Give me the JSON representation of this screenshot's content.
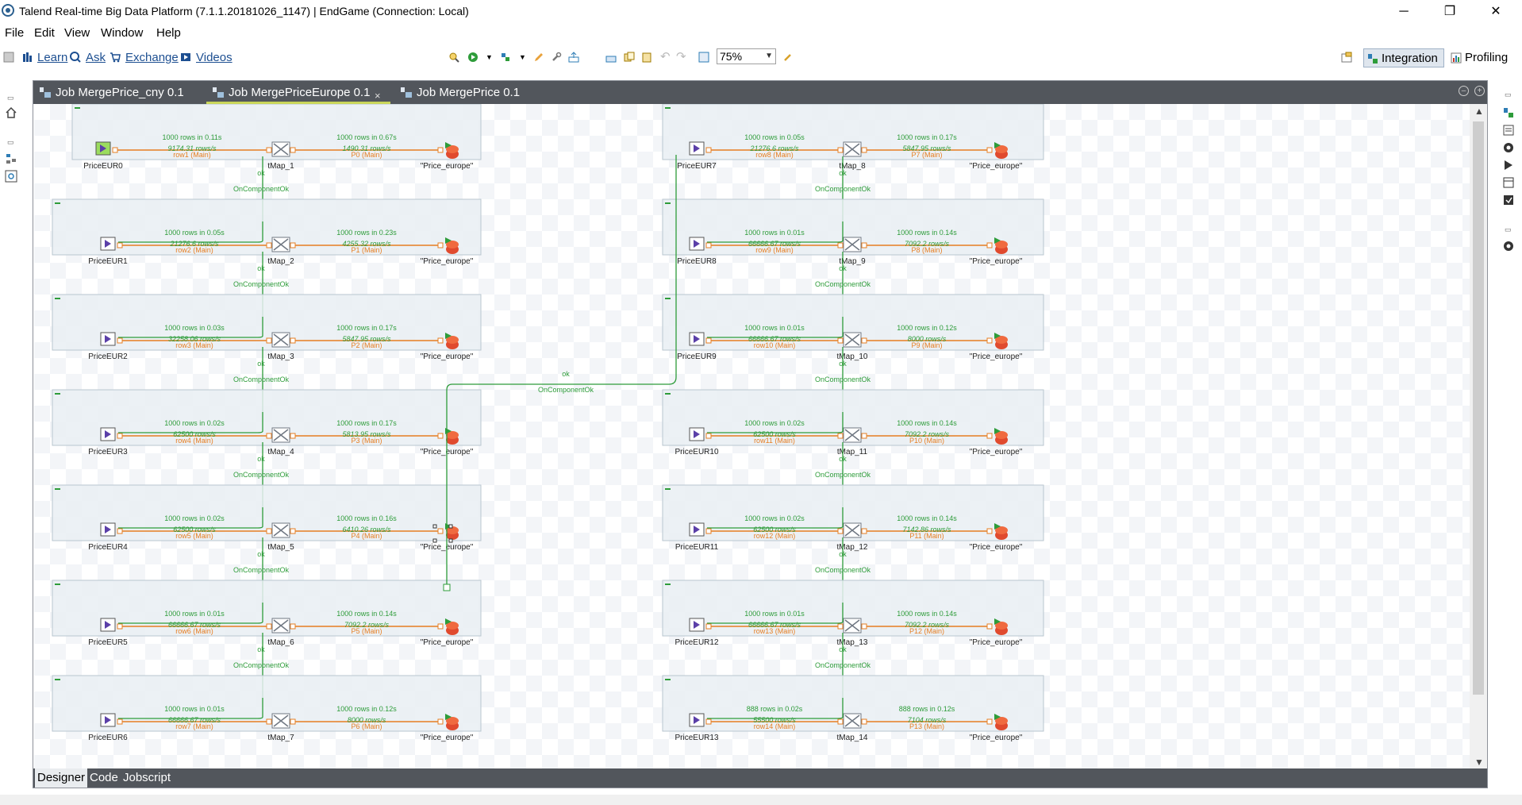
{
  "window": {
    "title": "Talend Real-time Big Data Platform (7.1.1.20181026_1147) | EndGame (Connection: Local)",
    "minimize": "─",
    "restore": "❐",
    "close": "✕"
  },
  "menu": [
    "File",
    "Edit",
    "View",
    "Window",
    "Help"
  ],
  "toolbar": {
    "links": [
      "Learn",
      "Ask",
      "Exchange",
      "Videos"
    ],
    "zoom": "75%",
    "perspectives": {
      "integration": "Integration",
      "profiling": "Profiling"
    }
  },
  "editor_tabs": [
    {
      "label": "Job MergePrice_cny 0.1"
    },
    {
      "label": "Job MergePriceEurope 0.1",
      "close": "×"
    },
    {
      "label": "Job MergePrice 0.1"
    }
  ],
  "bottom_tabs": [
    "Designer",
    "Code",
    "Jobscript"
  ],
  "job": {
    "subjobs": [
      {
        "input": "PriceEUR0",
        "tmap": "tMap_1",
        "out": "\"Price_europe\"",
        "in_stat": "1000 rows in 0.11s",
        "in_rate": "9174.31 rows/s",
        "in_row": "row1 (Main)",
        "out_stat": "1000 rows in 0.67s",
        "out_rate": "1490.31 rows/s",
        "out_row": "P0 (Main)"
      },
      {
        "input": "PriceEUR1",
        "tmap": "tMap_2",
        "out": "\"Price_europe\"",
        "in_stat": "1000 rows in 0.05s",
        "in_rate": "21276.6 rows/s",
        "in_row": "row2 (Main)",
        "out_stat": "1000 rows in 0.23s",
        "out_rate": "4255.32 rows/s",
        "out_row": "P1 (Main)"
      },
      {
        "input": "PriceEUR2",
        "tmap": "tMap_3",
        "out": "\"Price_europe\"",
        "in_stat": "1000 rows in 0.03s",
        "in_rate": "32258.06 rows/s",
        "in_row": "row3 (Main)",
        "out_stat": "1000 rows in 0.17s",
        "out_rate": "5847.95 rows/s",
        "out_row": "P2 (Main)"
      },
      {
        "input": "PriceEUR3",
        "tmap": "tMap_4",
        "out": "\"Price_europe\"",
        "in_stat": "1000 rows in 0.02s",
        "in_rate": "62500 rows/s",
        "in_row": "row4 (Main)",
        "out_stat": "1000 rows in 0.17s",
        "out_rate": "5813.95 rows/s",
        "out_row": "P3 (Main)"
      },
      {
        "input": "PriceEUR4",
        "tmap": "tMap_5",
        "out": "\"Price_europe\"",
        "in_stat": "1000 rows in 0.02s",
        "in_rate": "62500 rows/s",
        "in_row": "row5 (Main)",
        "out_stat": "1000 rows in 0.16s",
        "out_rate": "6410.26 rows/s",
        "out_row": "P4 (Main)"
      },
      {
        "input": "PriceEUR5",
        "tmap": "tMap_6",
        "out": "\"Price_europe\"",
        "in_stat": "1000 rows in 0.01s",
        "in_rate": "66666.67 rows/s",
        "in_row": "row6 (Main)",
        "out_stat": "1000 rows in 0.14s",
        "out_rate": "7092.2 rows/s",
        "out_row": "P5 (Main)"
      },
      {
        "input": "PriceEUR6",
        "tmap": "tMap_7",
        "out": "\"Price_europe\"",
        "in_stat": "1000 rows in 0.01s",
        "in_rate": "66666.67 rows/s",
        "in_row": "row7 (Main)",
        "out_stat": "1000 rows in 0.12s",
        "out_rate": "8000 rows/s",
        "out_row": "P6 (Main)"
      },
      {
        "input": "PriceEUR7",
        "tmap": "tMap_8",
        "out": "\"Price_europe\"",
        "in_stat": "1000 rows in 0.05s",
        "in_rate": "21276.6 rows/s",
        "in_row": "row8 (Main)",
        "out_stat": "1000 rows in 0.17s",
        "out_rate": "5847.95 rows/s",
        "out_row": "P7 (Main)"
      },
      {
        "input": "PriceEUR8",
        "tmap": "tMap_9",
        "out": "\"Price_europe\"",
        "in_stat": "1000 rows in 0.01s",
        "in_rate": "66666.67 rows/s",
        "in_row": "row9 (Main)",
        "out_stat": "1000 rows in 0.14s",
        "out_rate": "7092.2 rows/s",
        "out_row": "P8 (Main)"
      },
      {
        "input": "PriceEUR9",
        "tmap": "tMap_10",
        "out": "\"Price_europe\"",
        "in_stat": "1000 rows in 0.01s",
        "in_rate": "66666.67 rows/s",
        "in_row": "row10 (Main)",
        "out_stat": "1000 rows in 0.12s",
        "out_rate": "8000 rows/s",
        "out_row": "P9 (Main)"
      },
      {
        "input": "PriceEUR10",
        "tmap": "tMap_11",
        "out": "\"Price_europe\"",
        "in_stat": "1000 rows in 0.02s",
        "in_rate": "62500 rows/s",
        "in_row": "row11 (Main)",
        "out_stat": "1000 rows in 0.14s",
        "out_rate": "7092.2 rows/s",
        "out_row": "P10 (Main)"
      },
      {
        "input": "PriceEUR11",
        "tmap": "tMap_12",
        "out": "\"Price_europe\"",
        "in_stat": "1000 rows in 0.02s",
        "in_rate": "62500 rows/s",
        "in_row": "row12 (Main)",
        "out_stat": "1000 rows in 0.14s",
        "out_rate": "7142.86 rows/s",
        "out_row": "P11 (Main)"
      },
      {
        "input": "PriceEUR12",
        "tmap": "tMap_13",
        "out": "\"Price_europe\"",
        "in_stat": "1000 rows in 0.01s",
        "in_rate": "66666.67 rows/s",
        "in_row": "row13 (Main)",
        "out_stat": "1000 rows in 0.14s",
        "out_rate": "7092.2 rows/s",
        "out_row": "P12 (Main)"
      },
      {
        "input": "PriceEUR13",
        "tmap": "tMap_14",
        "out": "\"Price_europe\"",
        "in_stat": "888 rows in 0.02s",
        "in_rate": "55500 rows/s",
        "in_row": "row14 (Main)",
        "out_stat": "888 rows in 0.12s",
        "out_rate": "7104 rows/s",
        "out_row": "P13 (Main)"
      }
    ],
    "trigger_ok": "ok",
    "trigger_label": "OnComponentOk"
  }
}
